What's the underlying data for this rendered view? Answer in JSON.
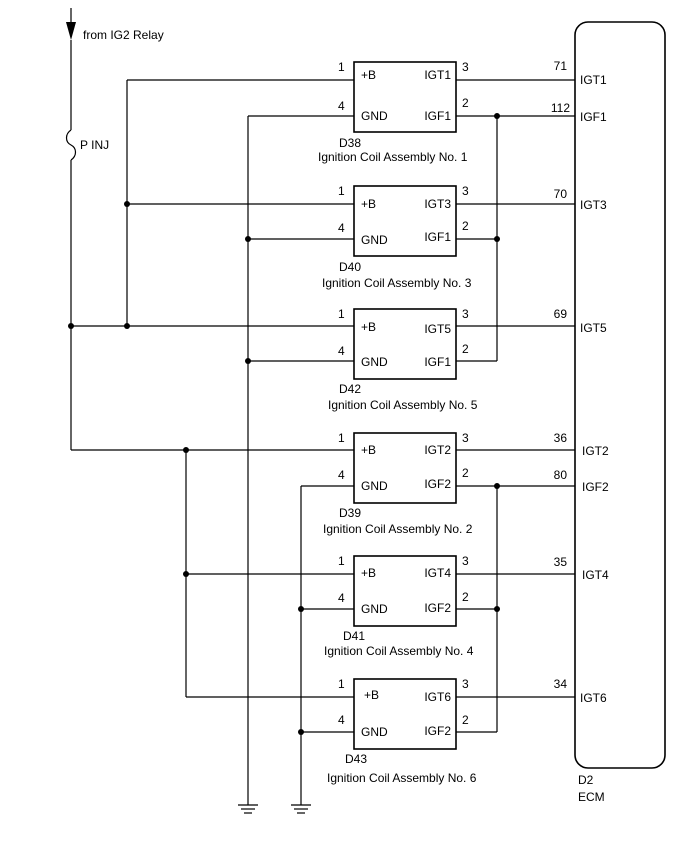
{
  "supply": {
    "source_label": "from IG2 Relay",
    "fuse_label": "P INJ"
  },
  "coils": [
    {
      "id": "D38",
      "name": "Ignition Coil Assembly No. 1",
      "pin_b": "1",
      "pin_gnd": "4",
      "pin_igt": "3",
      "pin_igf": "2",
      "label_b": "+B",
      "label_gnd": "GND",
      "label_igt": "IGT1",
      "label_igf": "IGF1"
    },
    {
      "id": "D40",
      "name": "Ignition Coil Assembly No. 3",
      "pin_b": "1",
      "pin_gnd": "4",
      "pin_igt": "3",
      "pin_igf": "2",
      "label_b": "+B",
      "label_gnd": "GND",
      "label_igt": "IGT3",
      "label_igf": "IGF1"
    },
    {
      "id": "D42",
      "name": "Ignition Coil Assembly No. 5",
      "pin_b": "1",
      "pin_gnd": "4",
      "pin_igt": "3",
      "pin_igf": "2",
      "label_b": "+B",
      "label_gnd": "GND",
      "label_igt": "IGT5",
      "label_igf": "IGF1"
    },
    {
      "id": "D39",
      "name": "Ignition Coil Assembly No. 2",
      "pin_b": "1",
      "pin_gnd": "4",
      "pin_igt": "3",
      "pin_igf": "2",
      "label_b": "+B",
      "label_gnd": "GND",
      "label_igt": "IGT2",
      "label_igf": "IGF2"
    },
    {
      "id": "D41",
      "name": "Ignition Coil Assembly No. 4",
      "pin_b": "1",
      "pin_gnd": "4",
      "pin_igt": "3",
      "pin_igf": "2",
      "label_b": "+B",
      "label_gnd": "GND",
      "label_igt": "IGT4",
      "label_igf": "IGF2"
    },
    {
      "id": "D43",
      "name": "Ignition Coil Assembly No. 6",
      "pin_b": "1",
      "pin_gnd": "4",
      "pin_igt": "3",
      "pin_igf": "2",
      "label_b": "+B",
      "label_gnd": "GND",
      "label_igt": "IGT6",
      "label_igf": "IGF2"
    }
  ],
  "ecm": {
    "id": "D2",
    "name": "ECM",
    "pins": [
      {
        "num": "71",
        "label": "IGT1"
      },
      {
        "num": "112",
        "label": "IGF1"
      },
      {
        "num": "70",
        "label": "IGT3"
      },
      {
        "num": "69",
        "label": "IGT5"
      },
      {
        "num": "36",
        "label": "IGT2"
      },
      {
        "num": "80",
        "label": "IGF2"
      },
      {
        "num": "35",
        "label": "IGT4"
      },
      {
        "num": "34",
        "label": "IGT6"
      }
    ]
  }
}
